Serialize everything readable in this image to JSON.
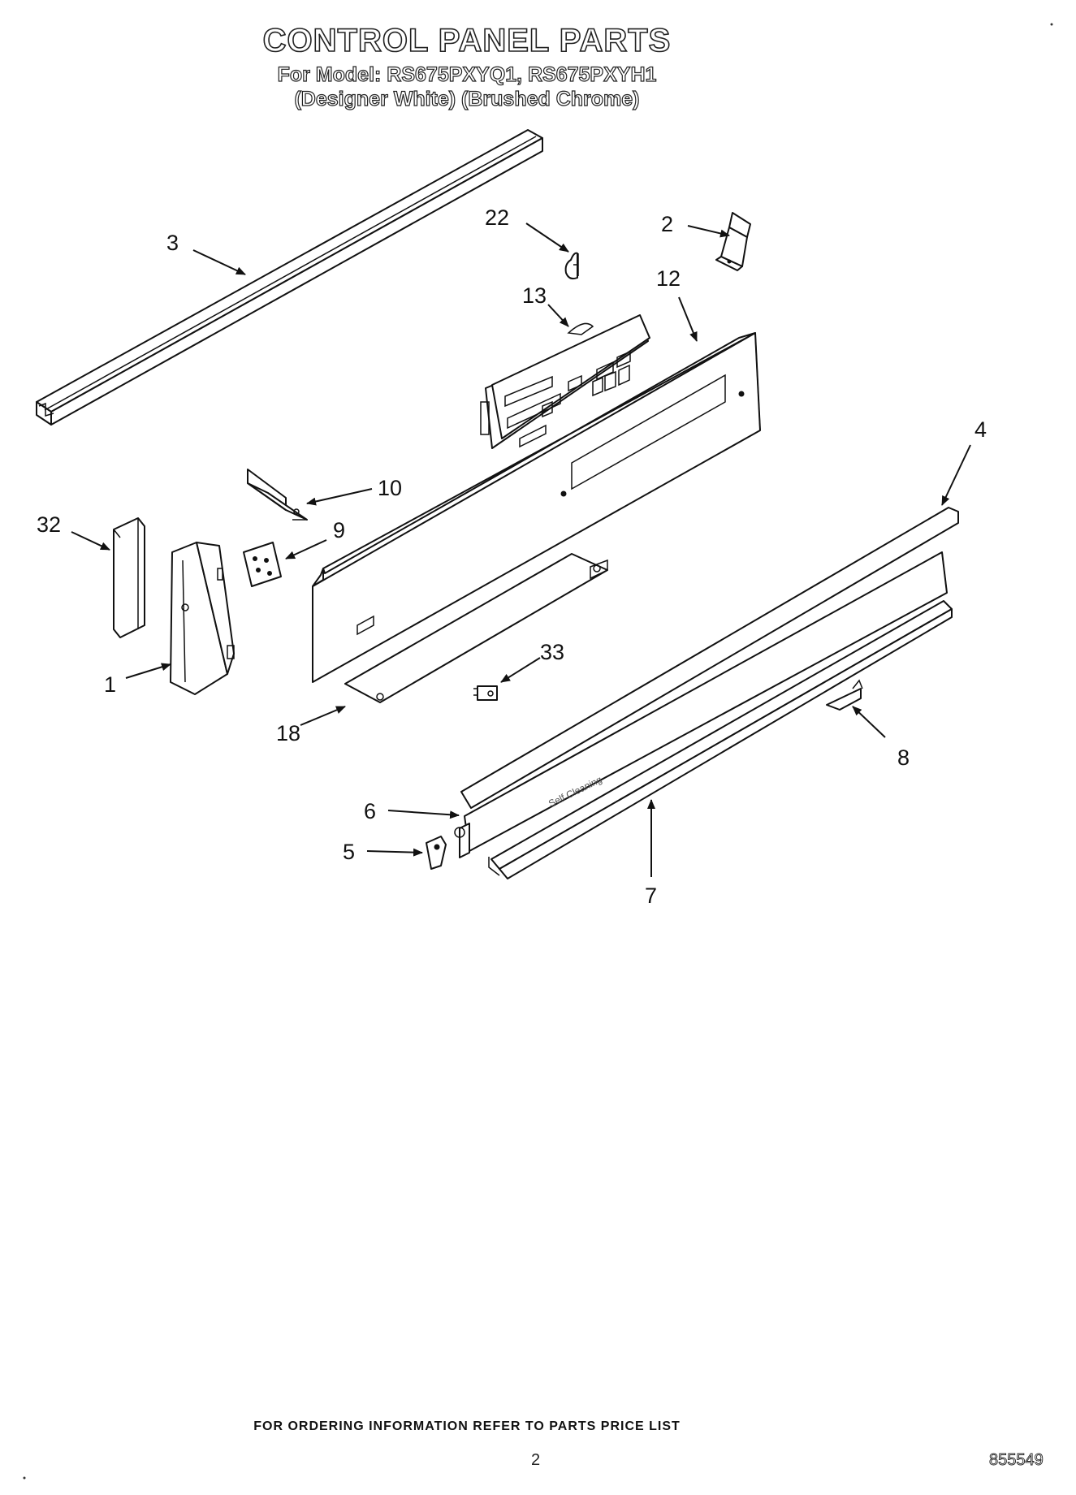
{
  "header": {
    "title": "CONTROL PANEL PARTS",
    "models": "For Model: RS675PXYQ1, RS675PXYH1",
    "finishes": "(Designer White) (Brushed Chrome)"
  },
  "callouts": {
    "p1": "1",
    "p2": "2",
    "p3": "3",
    "p4": "4",
    "p5": "5",
    "p6": "6",
    "p7": "7",
    "p8": "8",
    "p9": "9",
    "p10": "10",
    "p12": "12",
    "p13": "13",
    "p18": "18",
    "p22": "22",
    "p32": "32",
    "p33": "33"
  },
  "panel_stamp": "Self Cleaning",
  "footer": {
    "ordering_note": "FOR ORDERING INFORMATION REFER TO PARTS PRICE LIST",
    "page_number": "2",
    "doc_number": "855549"
  }
}
